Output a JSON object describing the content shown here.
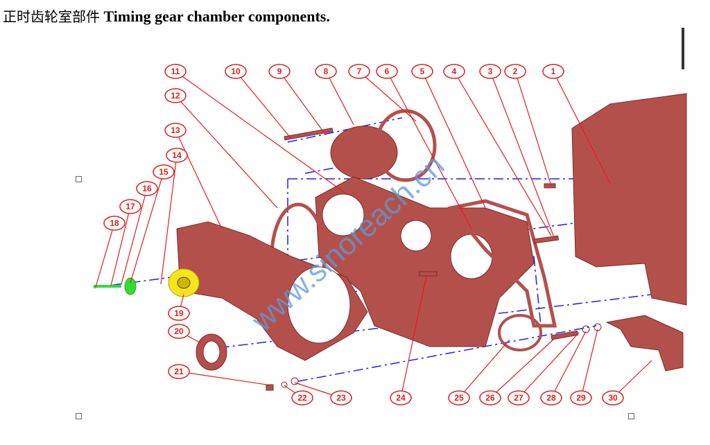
{
  "title": {
    "zh": "正时齿轮室部件",
    "en": "Timing gear chamber components."
  },
  "watermark": "www.sinoreach.cn",
  "callouts": [
    "1",
    "2",
    "3",
    "4",
    "5",
    "6",
    "7",
    "8",
    "9",
    "10",
    "11",
    "12",
    "13",
    "14",
    "15",
    "16",
    "17",
    "18",
    "19",
    "20",
    "21",
    "22",
    "23",
    "24",
    "25",
    "26",
    "27",
    "28",
    "29",
    "30"
  ],
  "colors": {
    "callout": "#e21c1c",
    "part": "#b4504c",
    "axis": "#1a1aff",
    "gear": "#f5e51a",
    "seal": "#33dd33",
    "watermark": "#5b9bd5"
  }
}
